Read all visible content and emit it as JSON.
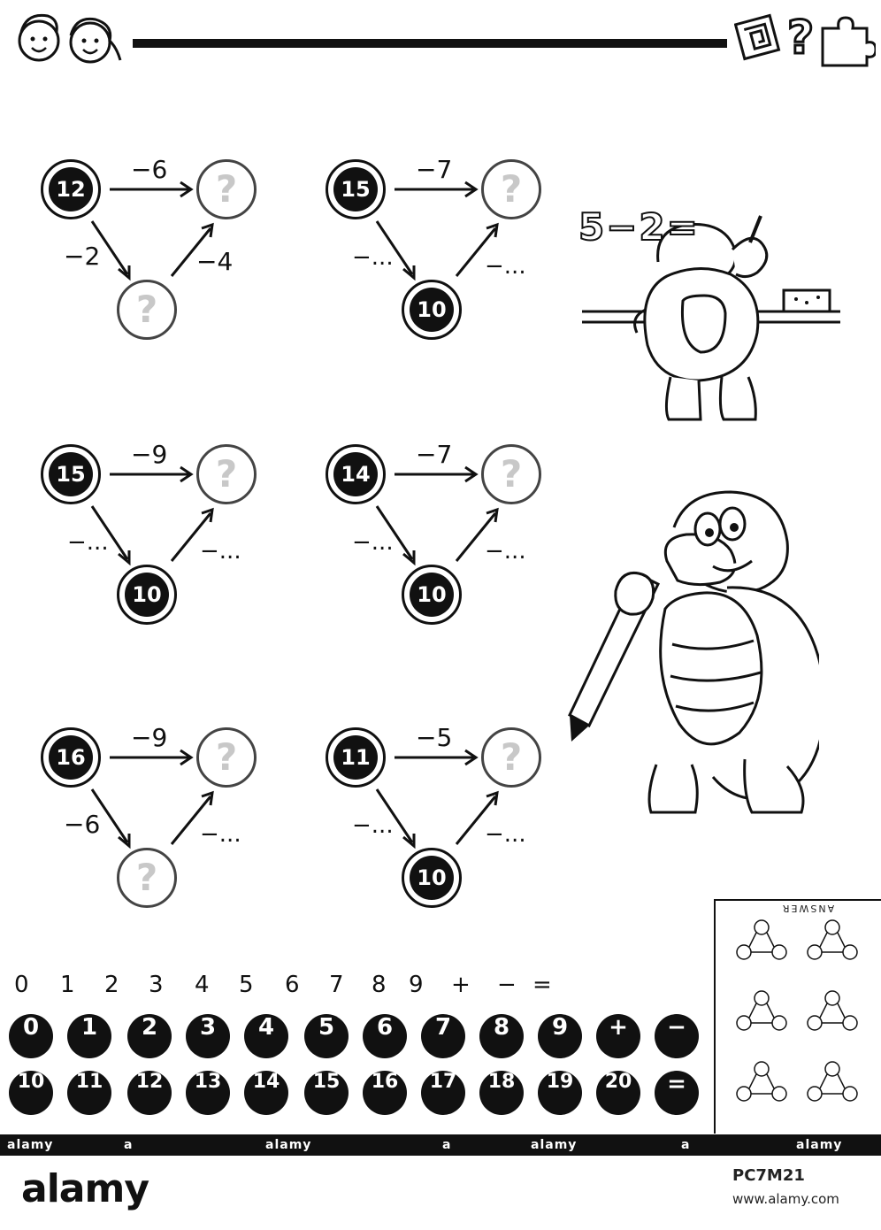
{
  "worksheet": {
    "puzzles": [
      {
        "start": "12",
        "top_op": "−6",
        "left_op": "−2",
        "right_op": "−4",
        "bottom": "?",
        "result": "?"
      },
      {
        "start": "15",
        "top_op": "−7",
        "left_op": "−...",
        "right_op": "−...",
        "bottom": "10",
        "result": "?"
      },
      {
        "start": "15",
        "top_op": "−9",
        "left_op": "−...",
        "right_op": "−...",
        "bottom": "10",
        "result": "?"
      },
      {
        "start": "14",
        "top_op": "−7",
        "left_op": "−...",
        "right_op": "−...",
        "bottom": "10",
        "result": "?"
      },
      {
        "start": "16",
        "top_op": "−9",
        "left_op": "−6",
        "right_op": "−...",
        "bottom": "?",
        "result": "?"
      },
      {
        "start": "11",
        "top_op": "−5",
        "left_op": "−...",
        "right_op": "−...",
        "bottom": "10",
        "result": "?"
      }
    ],
    "board_text": "5−2="
  },
  "cutouts": {
    "digits": [
      "0",
      "1",
      "2",
      "3",
      "4",
      "5",
      "6",
      "7",
      "8",
      "9",
      "+",
      "−",
      "="
    ],
    "chips_row1": [
      "0",
      "1",
      "2",
      "3",
      "4",
      "5",
      "6",
      "7",
      "8",
      "9",
      "+",
      "−"
    ],
    "chips_row2": [
      "10",
      "11",
      "12",
      "13",
      "14",
      "15",
      "16",
      "17",
      "18",
      "19",
      "20",
      "="
    ]
  },
  "answer_key": {
    "title": "ANSWER"
  },
  "footer": {
    "watermark_repeat": [
      "alamy",
      "a",
      "alamy",
      "a",
      "alamy",
      "a",
      "alamy"
    ],
    "logo": "alamy",
    "image_id": "PC7M21",
    "site": "www.alamy.com"
  },
  "colors": {
    "ink": "#111111",
    "question_mark": "#c8c8c8",
    "paper": "#ffffff"
  }
}
